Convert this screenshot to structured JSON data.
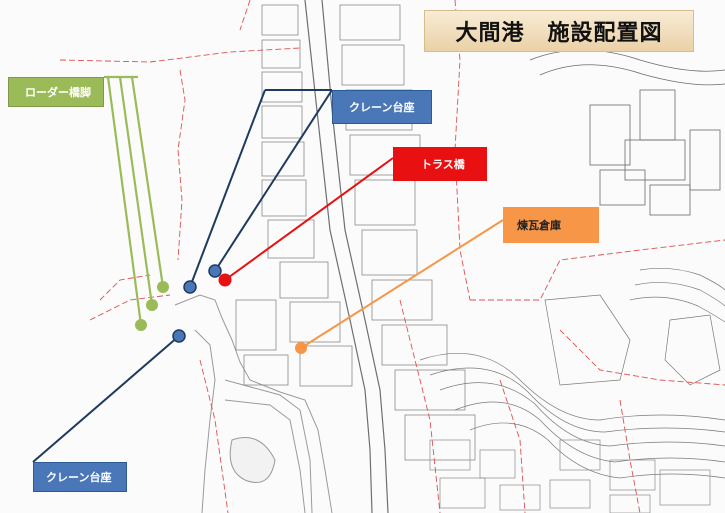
{
  "map": {
    "title": "大間港　施設配置図",
    "colors": {
      "crane": "#4a77b8",
      "crane_line": "#1f3a5f",
      "truss": "#e81010",
      "brick": "#f79646",
      "loader": "#9bbb59"
    },
    "callouts": {
      "loader_pier": {
        "label": "ローダー橋脚",
        "icon": "green-marker"
      },
      "crane_base_top": {
        "label": "クレーン台座",
        "icon": "blue-marker"
      },
      "truss_bridge": {
        "label": "トラス橋",
        "icon": "red-marker"
      },
      "brick_warehouse": {
        "label": "煉瓦倉庫",
        "icon": "orange-marker"
      },
      "crane_base_bottom": {
        "label": "クレーン台座",
        "icon": "blue-marker"
      }
    }
  }
}
